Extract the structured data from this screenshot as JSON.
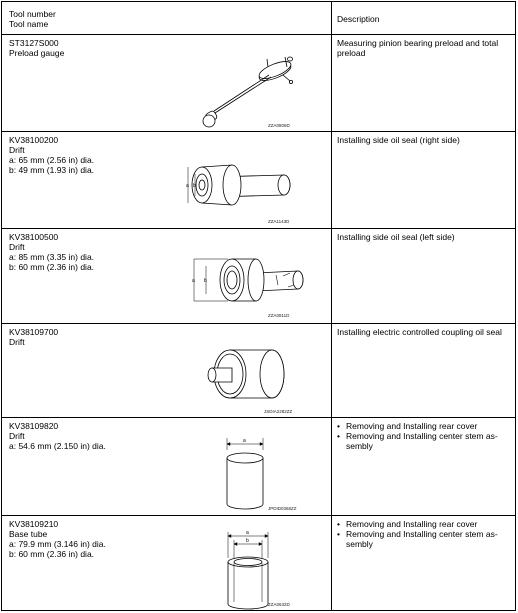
{
  "header": {
    "tool_number": "Tool number",
    "tool_name": "Tool name",
    "description": "Description"
  },
  "tools": [
    {
      "number": "ST3127S000",
      "lines": [
        "Preload gauge"
      ],
      "image_code": "ZZA0806D",
      "icon": "preload-gauge-icon",
      "description": [
        "Measuring pinion bearing preload and total",
        "preload"
      ]
    },
    {
      "number": "KV38100200",
      "lines": [
        "Drift",
        "a: 65 mm (2.56 in) dia.",
        "b: 49 mm (1.93 in) dia."
      ],
      "image_code": "ZZA1143D",
      "icon": "drift-icon",
      "description": [
        "Installing side oil seal (right side)"
      ]
    },
    {
      "number": "KV38100500",
      "lines": [
        "Drift",
        "a: 85 mm (3.35 in) dia.",
        "b: 60 mm (2.36 in) dia."
      ],
      "image_code": "ZZA0811D",
      "icon": "drift-icon",
      "description": [
        "Installing side oil seal (left side)"
      ]
    },
    {
      "number": "KV38109700",
      "lines": [
        "Drift"
      ],
      "image_code": "JSDIA2282ZZ",
      "icon": "drift-icon",
      "description": [
        "Installing electric controlled coupling oil seal"
      ]
    },
    {
      "number": "KV38109820",
      "lines": [
        "Drift",
        "a: 54.6 mm (2.150 in) dia."
      ],
      "image_code": "JPDID0368ZZ",
      "icon": "cylinder-drift-icon",
      "bullets": [
        [
          "Removing and Installing rear cover"
        ],
        [
          "Removing and Installing center stem as-",
          "sembly"
        ]
      ]
    },
    {
      "number": "KV38109210",
      "lines": [
        "Base tube",
        "a: 79.9 mm (3.146 in) dia.",
        "b: 60 mm (2.36 in) dia."
      ],
      "image_code": "ZZA0632D",
      "icon": "base-tube-icon",
      "bullets": [
        [
          "Removing and Installing rear cover"
        ],
        [
          "Removing and Installing center stem as-",
          "sembly"
        ]
      ]
    }
  ]
}
